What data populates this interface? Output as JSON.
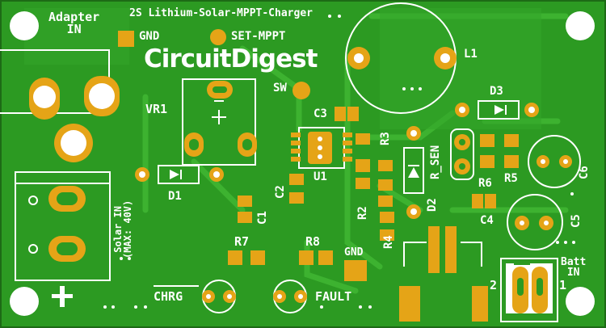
{
  "board": {
    "title": "2S Lithium-Solar-MPPT-Charger",
    "brand": "CircuitDigest",
    "colors": {
      "board": "#2c9a22",
      "copper": "#e5a417",
      "silkscreen": "#ffffff",
      "hole": "#ffffff"
    }
  },
  "labels": {
    "adapter_in": "Adapter\nIN",
    "gnd_top": "GND",
    "set_mppt": "SET-MPPT",
    "sw": "SW",
    "vr1": "VR1",
    "l1": "L1",
    "d3": "D3",
    "c3": "C3",
    "r3": "R3",
    "r_sen": "R_SEN",
    "c6": "C6",
    "r6": "R6",
    "r5": "R5",
    "u1": "U1",
    "c2": "C2",
    "d1": "D1",
    "c1": "C1",
    "r2": "R2",
    "d2": "D2",
    "c4": "C4",
    "c5": "C5",
    "solar_in": "Solar IN\n(MAX: 40V)",
    "r4": "R4",
    "r7": "R7",
    "r8": "R8",
    "gnd_bottom": "GND",
    "batt_in": "Batt\nIN",
    "chrg": "CHRG",
    "fault": "FAULT",
    "pin_2": "2",
    "pin_1": "1",
    "plus": "+"
  }
}
